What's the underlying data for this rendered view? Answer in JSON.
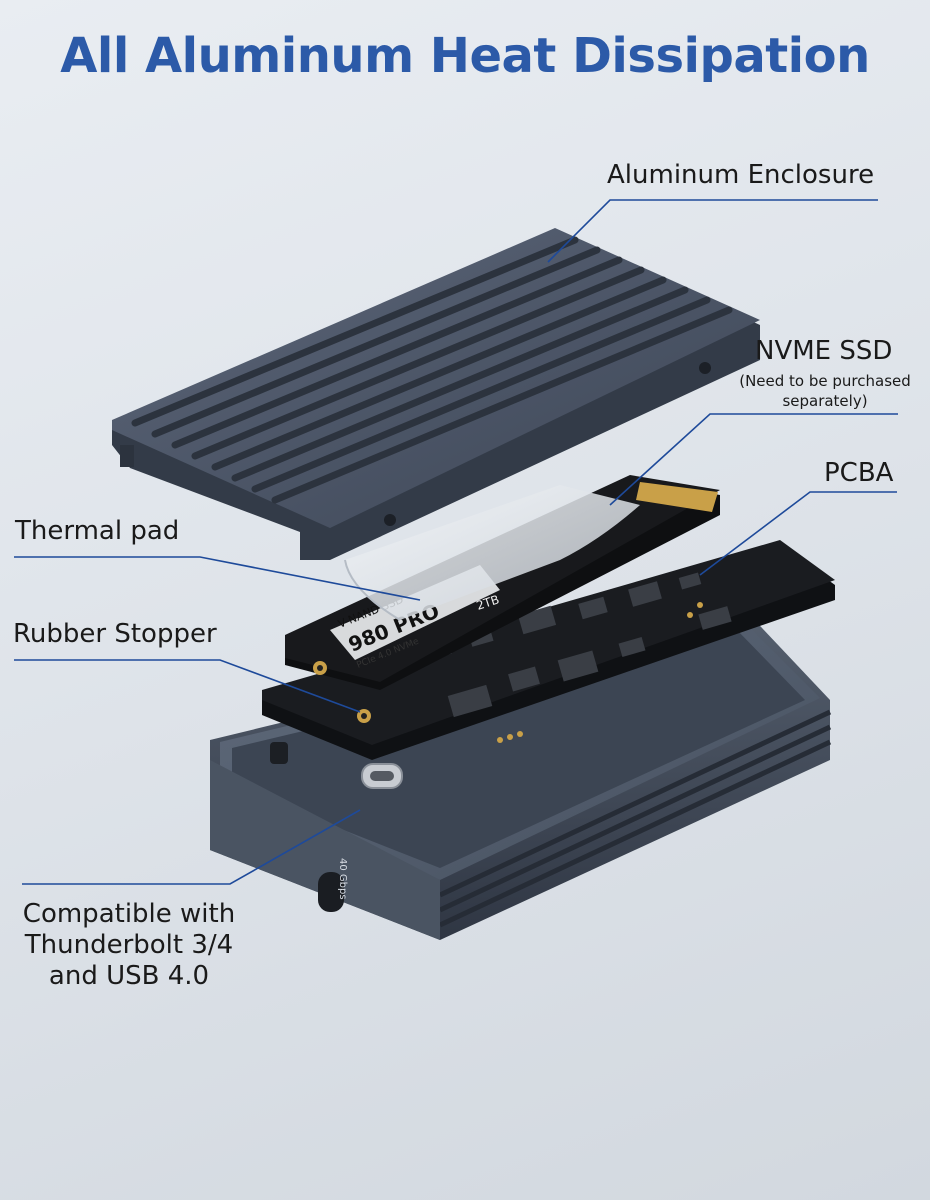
{
  "title": "All Aluminum Heat Dissipation",
  "colors": {
    "title": "#2c5aa8",
    "leader_line": "#1e4a9a",
    "enclosure": "#4b5668",
    "pcb": "#1a1c20"
  },
  "labels": {
    "aluminum_enclosure": "Aluminum Enclosure",
    "nvme_ssd": "NVME SSD",
    "nvme_note_1": "(Need to be purchased",
    "nvme_note_2": "separately)",
    "pcba": "PCBA",
    "thermal_pad": "Thermal pad",
    "rubber_stopper": "Rubber Stopper",
    "compatible_1": "Compatible with",
    "compatible_2": "Thunderbolt 3/4",
    "compatible_3": "and USB 4.0"
  },
  "ssd_print": {
    "brand_line": "V-NAND SSD",
    "model": "980 PRO",
    "interface": "PCIe 4.0 NVMe",
    "capacity": "2TB"
  },
  "port_label": "40 Gbps"
}
